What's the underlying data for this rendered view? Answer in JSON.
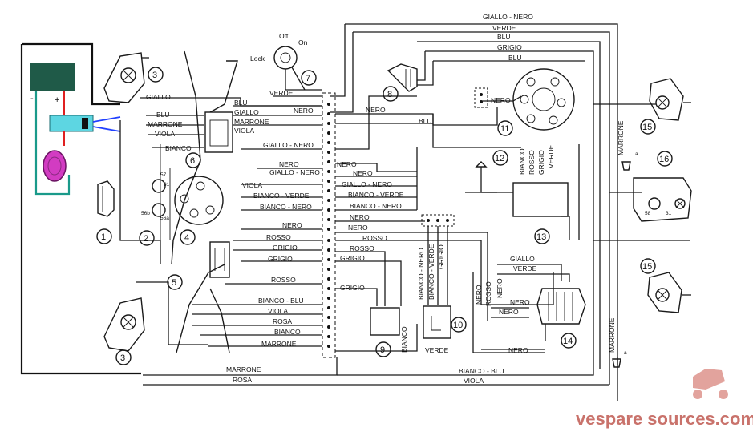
{
  "wire_labels": {
    "giallo_nero": "GIALLO - NERO",
    "verde": "VERDE",
    "blu": "BLU",
    "grigio": "GRIGIO",
    "nero": "NERO",
    "giallo": "GIALLO",
    "marrone": "MARRONE",
    "viola": "VIOLA",
    "bianco": "BIANCO",
    "giallo_nero_b": "GIALLO - NERO",
    "bianco_verde": "BIANCO - VERDE",
    "bianco_nero": "BIANCO - NERO",
    "rosso": "ROSSO",
    "bianco_blu": "BIANCO - BLU",
    "rosa": "ROSA"
  },
  "switch_labels": {
    "off": "Off",
    "on": "On",
    "lock": "Lock"
  },
  "terminal_labels": {
    "t57": "57",
    "t31": "31",
    "t56b": "56b",
    "t56a": "56a",
    "t58": "58",
    "t31b": "31",
    "a1": "a",
    "a2": "a"
  },
  "part_numbers": [
    "1",
    "2",
    "3",
    "4",
    "5",
    "6",
    "7",
    "8",
    "9",
    "10",
    "11",
    "12",
    "13",
    "14",
    "15",
    "16"
  ],
  "battery_signs": {
    "minus": "-",
    "plus": "+"
  },
  "watermark": "vespare sources.com",
  "colors": {
    "battery": "#1f5a48",
    "battery_wire": "#1a9a8a",
    "fuse": "#5dd6e2",
    "horn": "#d23cc2",
    "red_wire": "#e02020",
    "blue_wire": "#2040ff",
    "watermark": "#c9726b"
  }
}
